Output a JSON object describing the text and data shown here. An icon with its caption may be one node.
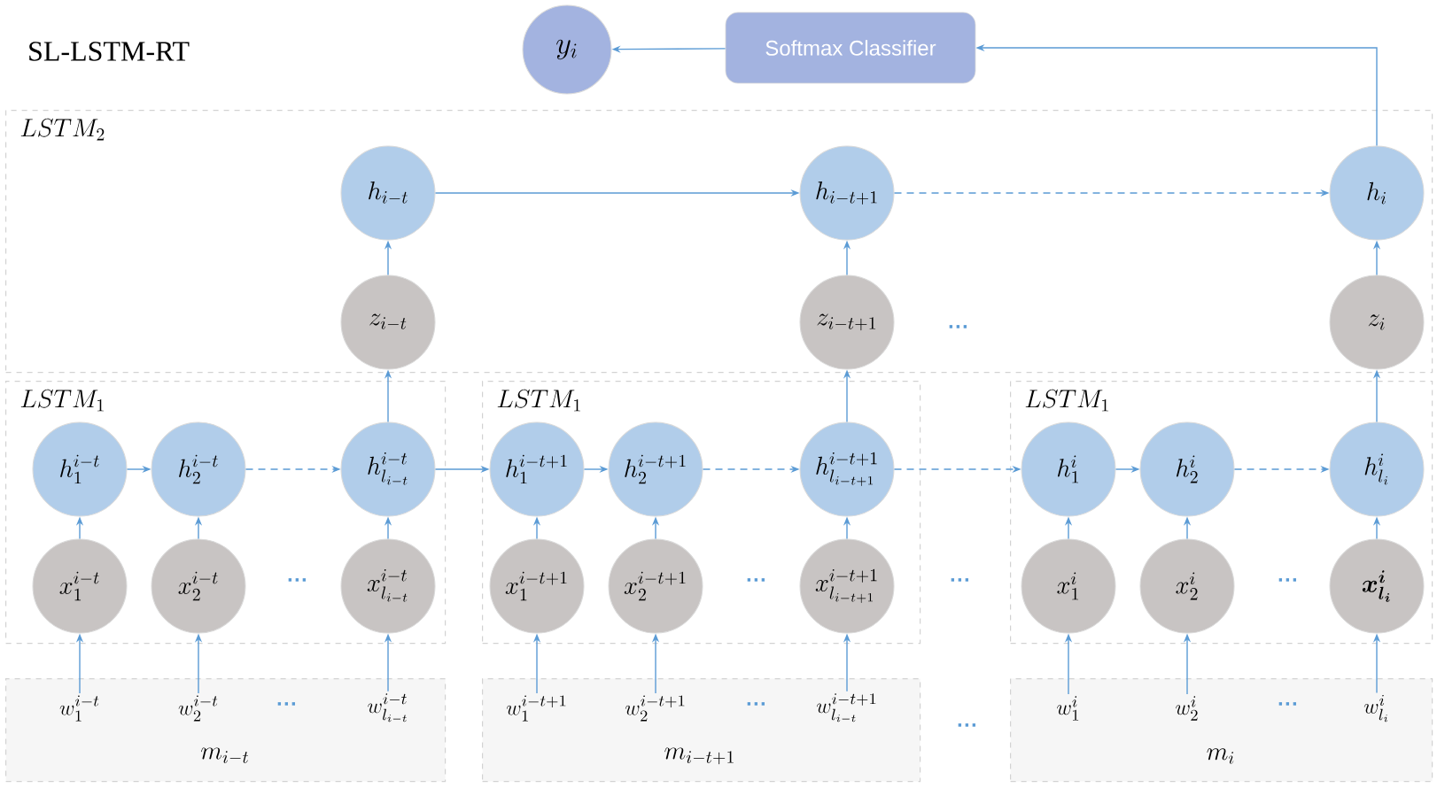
{
  "diagram": {
    "title": "SL-LSTM-RT",
    "nodes": [
      {
        "text": [
          "y_{i}"
        ]
      },
      {
        "text": [
          "Softmax Classifier"
        ]
      },
      {
        "text": [
          "LSTM_{2}"
        ]
      },
      {
        "text": [
          "h_{i-t}"
        ],
        "in": 2
      },
      {
        "text": [
          "h_{i-t+1}"
        ],
        "in": 2
      },
      {
        "text": [
          "h_{i}"
        ],
        "in": 2
      },
      {
        "text": [
          "z_{i-t}"
        ],
        "in": 2
      },
      {
        "text": [
          "z_{i-t+1}"
        ],
        "in": 2
      },
      {
        "text": [
          "z_{i}"
        ],
        "in": 2
      },
      {
        "text": [
          "LSTM_{1}"
        ]
      },
      {
        "text": [
          "h_{1}^{i-t}"
        ],
        "in": 9
      },
      {
        "text": [
          "h_{2}^{i-t}"
        ],
        "in": 9
      },
      {
        "text": [
          "h_{l_{i-t}}^{i-t}"
        ],
        "in": 9
      },
      {
        "text": [
          "x_{1}^{i-t}"
        ],
        "in": 9
      },
      {
        "text": [
          "x_{2}^{i-t}"
        ],
        "in": 9
      },
      {
        "text": [
          "x_{l_{i-t}}^{i-t}"
        ],
        "in": 9
      },
      {
        "text": [
          "LSTM_{1}"
        ]
      },
      {
        "text": [
          "h_{1}^{i-t+1}"
        ],
        "in": 16
      },
      {
        "text": [
          "h_{2}^{i-t+1}"
        ],
        "in": 16
      },
      {
        "text": [
          "h_{l_{i-t+1}}^{i-t+1}"
        ],
        "in": 16
      },
      {
        "text": [
          "x_{1}^{i-t+1}"
        ],
        "in": 16
      },
      {
        "text": [
          "x_{2}^{i-t+1}"
        ],
        "in": 16
      },
      {
        "text": [
          "x_{l_{i-t+1}}^{i-t+1}"
        ],
        "in": 16
      },
      {
        "text": [
          "LSTM_{1}"
        ]
      },
      {
        "text": [
          "h_{1}^{i}"
        ],
        "in": 23
      },
      {
        "text": [
          "h_{2}^{i}"
        ],
        "in": 23
      },
      {
        "text": [
          "h_{l_{i}}^{i}"
        ],
        "in": 23
      },
      {
        "text": [
          "x_{1}^{i}"
        ],
        "in": 23
      },
      {
        "text": [
          "x_{2}^{i}"
        ],
        "in": 23
      },
      {
        "text": [
          "\\boldsymbol{x}_{\\boldsymbol{l_{i}}}^{\\boldsymbol{i}}"
        ],
        "in": 23
      },
      {
        "text": [
          "m_{i-t}"
        ]
      },
      {
        "text": [
          "w_{1}^{i-t}"
        ],
        "in": 30
      },
      {
        "text": [
          "w_{2}^{i-t}"
        ],
        "in": 30
      },
      {
        "text": [
          "w_{l_{i-t}}^{i-t}"
        ],
        "in": 30
      },
      {
        "text": [
          "m_{i-t+1}"
        ]
      },
      {
        "text": [
          "w_{1}^{i-t+1}"
        ],
        "in": 34
      },
      {
        "text": [
          "w_{2}^{i-t+1}"
        ],
        "in": 34
      },
      {
        "text": [
          "w_{l_{i-t}}^{i-t+1}"
        ],
        "in": 34
      },
      {
        "text": [
          "m_{i}"
        ]
      },
      {
        "text": [
          "w_{1}^{i}"
        ],
        "in": 38
      },
      {
        "text": [
          "w_{2}^{i}"
        ],
        "in": 38
      },
      {
        "text": [
          "w_{l_{i}}^{i}"
        ],
        "in": 38
      }
    ],
    "edges": [
      {
        "from": 5,
        "to": 1,
        "arrow": "to"
      },
      {
        "from": 1,
        "to": 0,
        "arrow": "to"
      },
      {
        "from": 3,
        "to": 4,
        "arrow": "to"
      },
      {
        "from": 4,
        "to": 5,
        "arrow": "to",
        "style": "dashed"
      },
      {
        "from": 6,
        "to": 3,
        "arrow": "to"
      },
      {
        "from": 7,
        "to": 4,
        "arrow": "to"
      },
      {
        "from": 8,
        "to": 5,
        "arrow": "to"
      },
      {
        "from": 12,
        "to": 6,
        "arrow": "to"
      },
      {
        "from": 19,
        "to": 7,
        "arrow": "to"
      },
      {
        "from": 26,
        "to": 8,
        "arrow": "to"
      },
      {
        "from": 10,
        "to": 11,
        "arrow": "to"
      },
      {
        "from": 11,
        "to": 12,
        "arrow": "to",
        "style": "dashed"
      },
      {
        "from": 13,
        "to": 10,
        "arrow": "to"
      },
      {
        "from": 14,
        "to": 11,
        "arrow": "to"
      },
      {
        "from": 15,
        "to": 12,
        "arrow": "to"
      },
      {
        "from": 12,
        "to": 17,
        "arrow": "to"
      },
      {
        "from": 17,
        "to": 18,
        "arrow": "to"
      },
      {
        "from": 18,
        "to": 19,
        "arrow": "to",
        "style": "dashed"
      },
      {
        "from": 20,
        "to": 17,
        "arrow": "to"
      },
      {
        "from": 21,
        "to": 18,
        "arrow": "to"
      },
      {
        "from": 22,
        "to": 19,
        "arrow": "to"
      },
      {
        "from": 19,
        "to": 24,
        "arrow": "to",
        "style": "dashed"
      },
      {
        "from": 24,
        "to": 25,
        "arrow": "to"
      },
      {
        "from": 25,
        "to": 26,
        "arrow": "to",
        "style": "dashed"
      },
      {
        "from": 27,
        "to": 24,
        "arrow": "to"
      },
      {
        "from": 28,
        "to": 25,
        "arrow": "to"
      },
      {
        "from": 29,
        "to": 26,
        "arrow": "to"
      },
      {
        "from": 31,
        "to": 13,
        "arrow": "to"
      },
      {
        "from": 32,
        "to": 14,
        "arrow": "to"
      },
      {
        "from": 33,
        "to": 15,
        "arrow": "to"
      },
      {
        "from": 35,
        "to": 20,
        "arrow": "to"
      },
      {
        "from": 36,
        "to": 21,
        "arrow": "to"
      },
      {
        "from": 37,
        "to": 22,
        "arrow": "to"
      },
      {
        "from": 39,
        "to": 27,
        "arrow": "to"
      },
      {
        "from": 40,
        "to": 28,
        "arrow": "to"
      },
      {
        "from": 41,
        "to": 29,
        "arrow": "to"
      }
    ],
    "labels": [
      "···",
      "···",
      "···",
      "···",
      "···",
      "···",
      "···",
      "···",
      "···"
    ]
  }
}
